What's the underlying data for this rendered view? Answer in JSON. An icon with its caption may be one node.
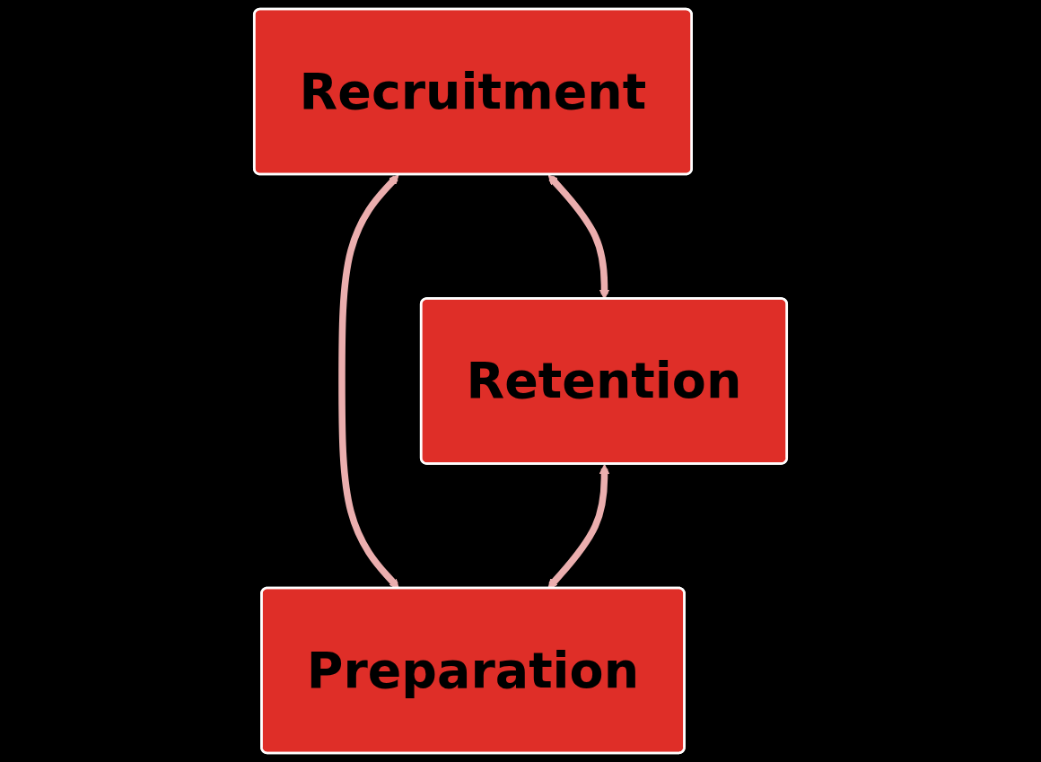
{
  "diagram": {
    "nodes": [
      {
        "text": [
          "Recruitment"
        ]
      },
      {
        "text": [
          "Retention"
        ]
      },
      {
        "text": [
          "Preparation"
        ]
      }
    ],
    "edges": [
      {
        "from": 0,
        "to": 1,
        "arrow": "both"
      },
      {
        "from": 0,
        "to": 2,
        "arrow": "both"
      },
      {
        "from": 1,
        "to": 2,
        "arrow": "both"
      }
    ]
  }
}
